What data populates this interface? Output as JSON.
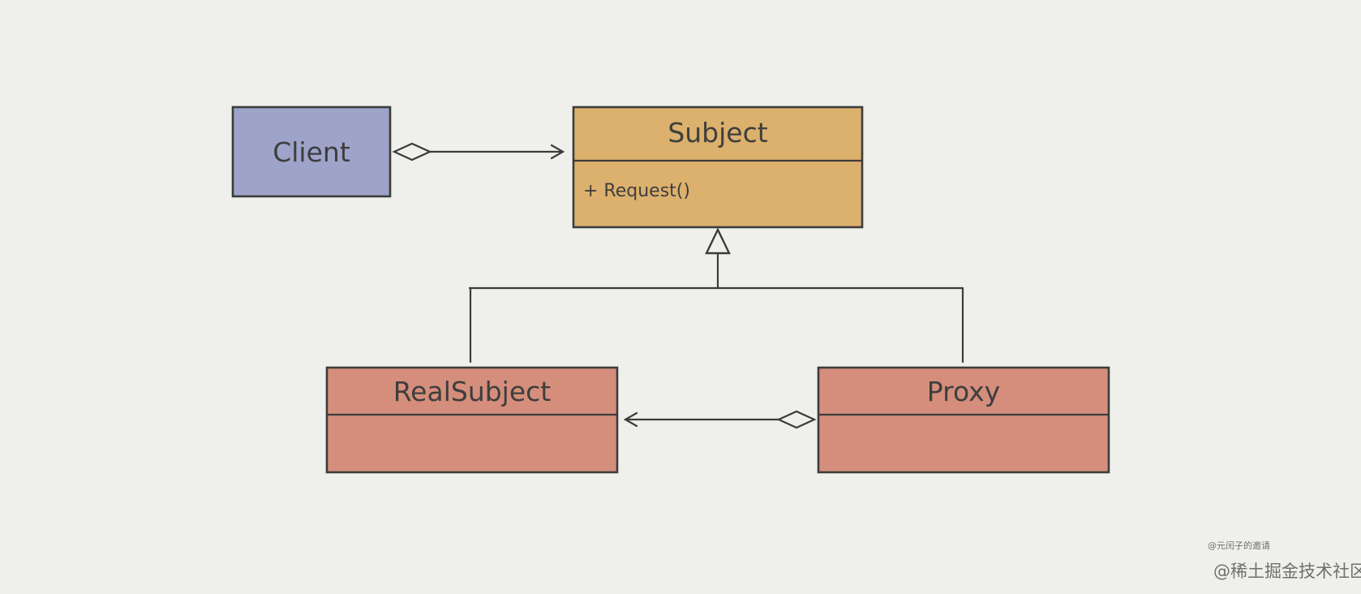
{
  "classes": {
    "client": {
      "name": "Client",
      "color": "#9ea3c9"
    },
    "subject": {
      "name": "Subject",
      "method": "+ Request()",
      "color": "#dcb06d"
    },
    "real_subject": {
      "name": "RealSubject",
      "color": "#d58e7c"
    },
    "proxy": {
      "name": "Proxy",
      "color": "#d58e7c"
    }
  },
  "relations": [
    {
      "from": "Client",
      "to": "Subject",
      "type": "aggregation"
    },
    {
      "from": "RealSubject",
      "to": "Subject",
      "type": "generalization"
    },
    {
      "from": "Proxy",
      "to": "Subject",
      "type": "generalization"
    },
    {
      "from": "Proxy",
      "to": "RealSubject",
      "type": "aggregation"
    }
  ],
  "watermark": {
    "author": "@元闰子的邀请",
    "site": "@稀土掘金技术社区"
  }
}
